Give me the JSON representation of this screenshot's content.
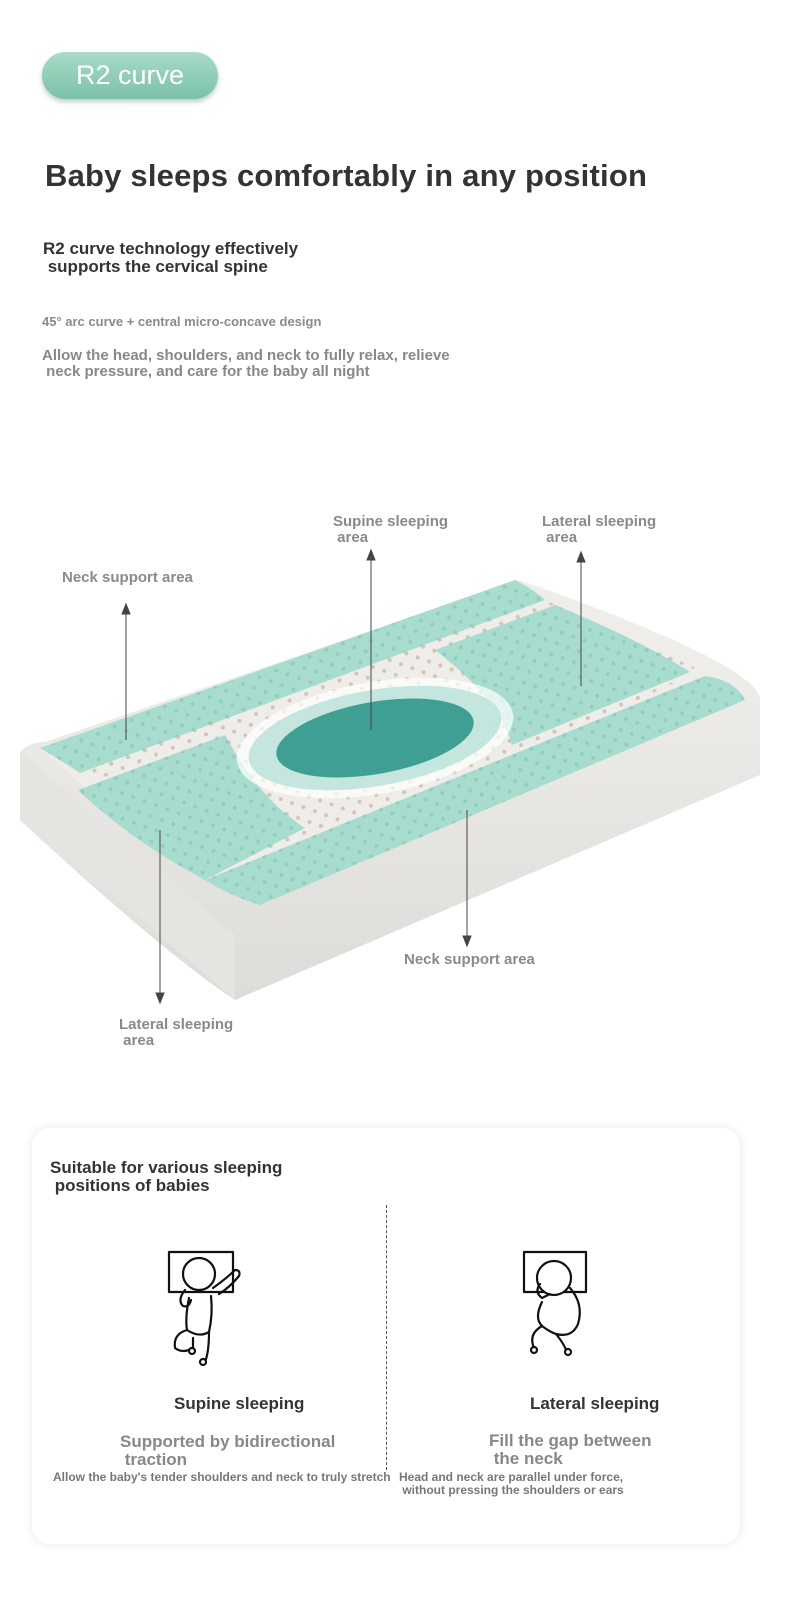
{
  "badge": {
    "label": "R2 curve"
  },
  "headline": "Baby sleeps comfortably in any position",
  "subheading": "R2 curve technology effectively\n supports the cervical spine",
  "design_note": "45° arc curve + central micro-concave design",
  "description": "Allow the head, shoulders, and neck to fully relax, relieve\n neck pressure, and care for the baby all night",
  "pillow_diagram": {
    "labels": {
      "neck_support_top": "Neck support area",
      "supine_area": "Supine sleeping\n area",
      "lateral_top": "Lateral sleeping\n area",
      "neck_support_bottom": "Neck support area",
      "lateral_bottom": "Lateral sleeping\n area"
    },
    "colors": {
      "mint": "#a8dccf",
      "core": "#3e9f92",
      "foam": "#efedea"
    }
  },
  "positions_card": {
    "title": "Suitable for various sleeping\n positions of babies",
    "supine": {
      "icon": "baby-supine-icon",
      "title": "Supine sleeping",
      "subtitle": "Supported by bidirectional\n traction",
      "detail": "Allow the baby's tender shoulders and neck to truly stretch"
    },
    "lateral": {
      "icon": "baby-lateral-icon",
      "title": "Lateral sleeping",
      "subtitle": "Fill the gap between\n the neck",
      "detail": "Head and neck are parallel under force,\n without pressing the shoulders or ears"
    }
  }
}
